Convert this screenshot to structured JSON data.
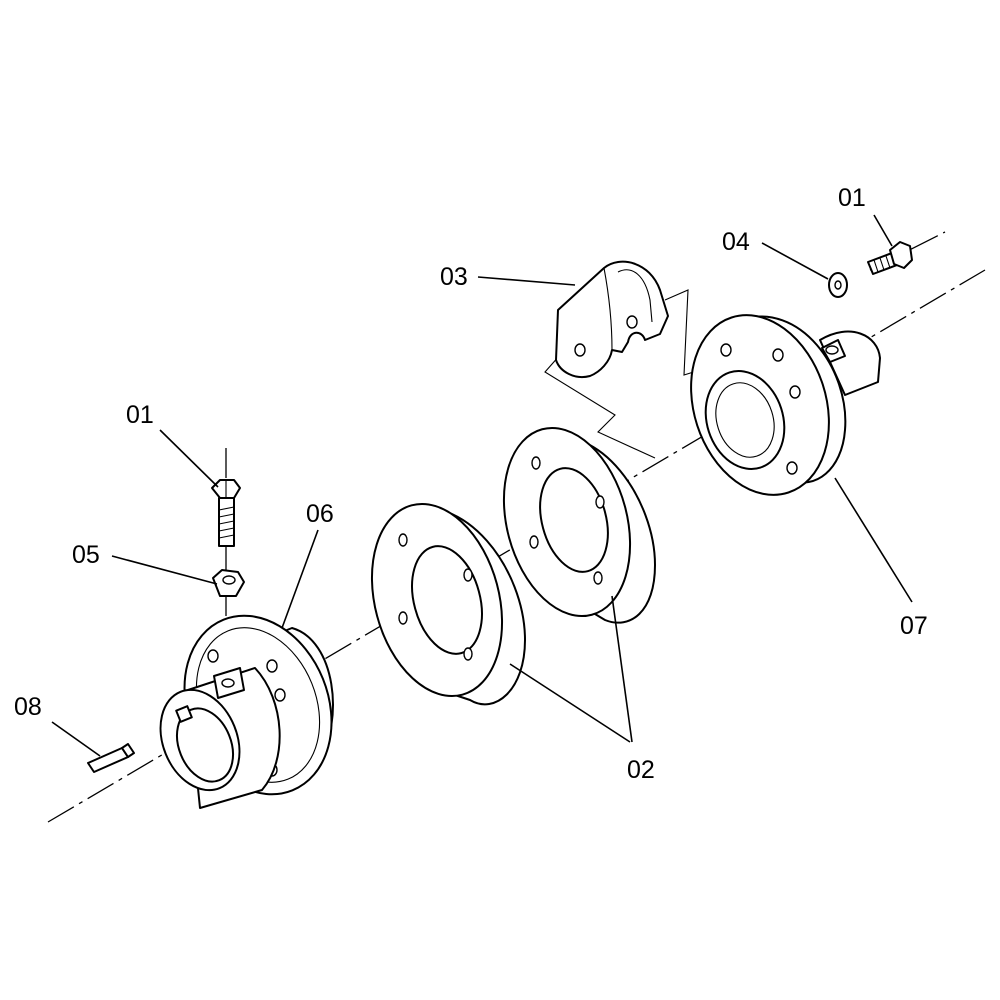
{
  "callouts": [
    {
      "id": "c01a",
      "text": "01"
    },
    {
      "id": "c01b",
      "text": "01"
    },
    {
      "id": "c02",
      "text": "02"
    },
    {
      "id": "c03",
      "text": "03"
    },
    {
      "id": "c04",
      "text": "04"
    },
    {
      "id": "c05",
      "text": "05"
    },
    {
      "id": "c06",
      "text": "06"
    },
    {
      "id": "c07",
      "text": "07"
    },
    {
      "id": "c08",
      "text": "08"
    }
  ],
  "colors": {
    "line": "#000000",
    "background": "#ffffff"
  }
}
